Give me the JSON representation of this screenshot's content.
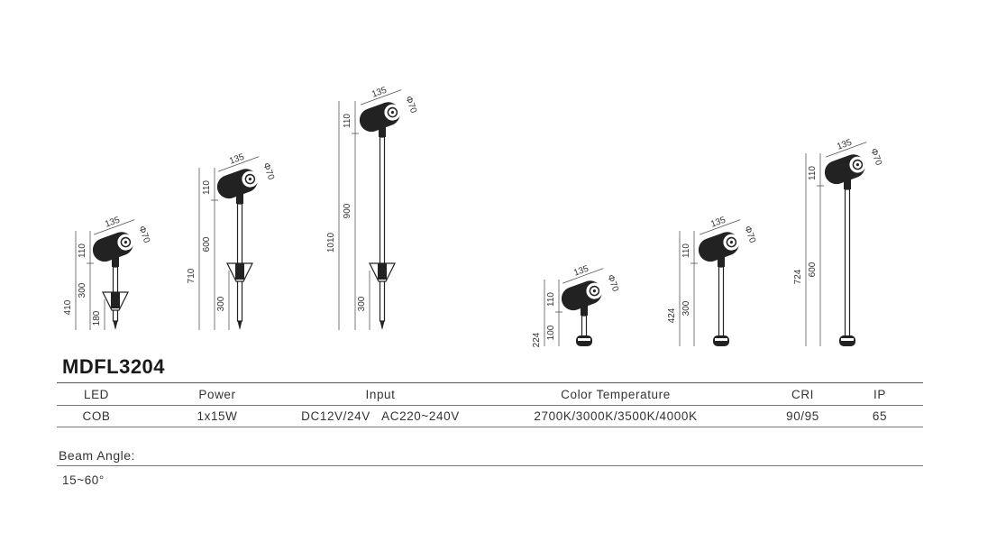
{
  "product": {
    "model": "MDFL3204"
  },
  "spec_table": {
    "headers": [
      "LED",
      "Power",
      "Input",
      "Color Temperature",
      "CRI",
      "IP"
    ],
    "rows": [
      [
        "COB",
        "1x15W",
        "DC12V/24V   AC220~240V",
        "2700K/3000K/3500K/4000K",
        "90/95",
        "65"
      ]
    ]
  },
  "beam_angle": {
    "label": "Beam Angle:",
    "value": "15~60°"
  },
  "fixtures": [
    {
      "id": "spike-410",
      "mount": "spike",
      "total": "410",
      "head_h": "110",
      "pole": "300",
      "spike": "180",
      "length": "135",
      "diameter": "Φ70"
    },
    {
      "id": "spike-710",
      "mount": "spike",
      "total": "710",
      "head_h": "110",
      "pole": "600",
      "spike": "300",
      "length": "135",
      "diameter": "Φ70"
    },
    {
      "id": "spike-1010",
      "mount": "spike",
      "total": "1010",
      "head_h": "110",
      "pole": "900",
      "spike": "300",
      "length": "135",
      "diameter": "Φ70"
    },
    {
      "id": "base-224",
      "mount": "base",
      "total": "224",
      "head_h": "110",
      "pole": "100",
      "length": "135",
      "diameter": "Φ70"
    },
    {
      "id": "base-424",
      "mount": "base",
      "total": "424",
      "head_h": "110",
      "pole": "300",
      "length": "135",
      "diameter": "Φ70"
    },
    {
      "id": "base-724",
      "mount": "base",
      "total": "724",
      "head_h": "110",
      "pole": "600",
      "length": "135",
      "diameter": "Φ70"
    }
  ],
  "colors": {
    "ink": "#222222",
    "dim_line": "#555555",
    "rule": "#777777"
  }
}
